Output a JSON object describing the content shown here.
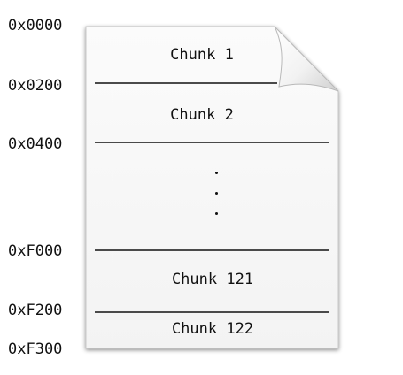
{
  "addresses": {
    "a0": "0x0000",
    "a1": "0x0200",
    "a2": "0x0400",
    "a3": "0xF000",
    "a4": "0xF200",
    "a5": "0xF300"
  },
  "chunks": {
    "c1": "Chunk 1",
    "c2": "Chunk 2",
    "c121": "Chunk 121",
    "c122": "Chunk 122"
  },
  "ellipsis_dots": 3
}
